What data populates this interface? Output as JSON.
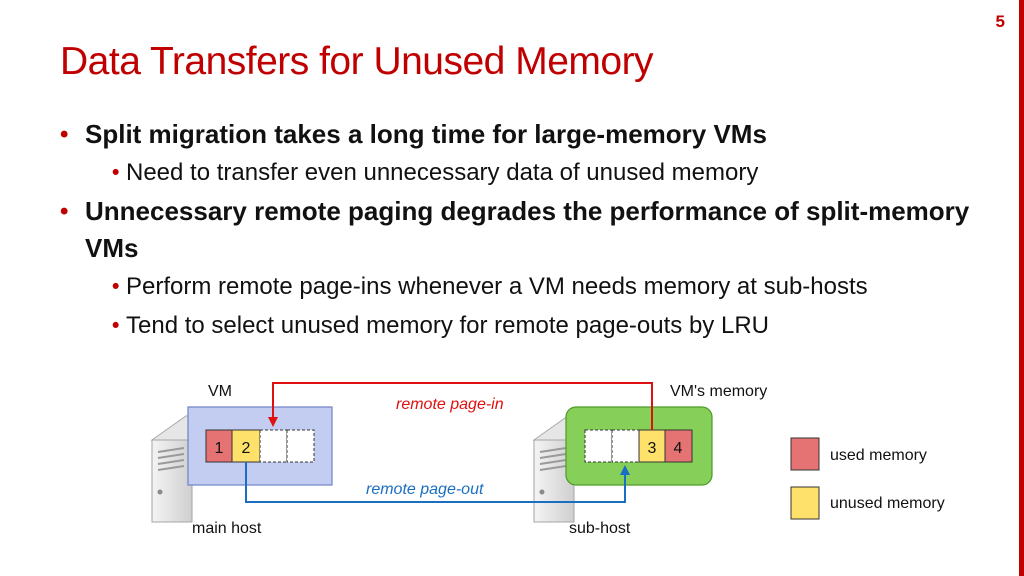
{
  "slide_number": "5",
  "title": "Data Transfers for Unused Memory",
  "bullets": [
    {
      "level": 1,
      "text": "Split migration takes a long time for large-memory VMs"
    },
    {
      "level": 2,
      "text": "Need to transfer even unnecessary data of unused memory"
    },
    {
      "level": 1,
      "text": "Unnecessary remote paging degrades the performance of split-memory VMs"
    },
    {
      "level": 2,
      "text": "Perform remote page-ins whenever a VM needs memory at sub-hosts"
    },
    {
      "level": 2,
      "text": "Tend to select unused memory for remote page-outs by LRU"
    }
  ],
  "diagram": {
    "vm_label": "VM",
    "vm_memory_label": "VM's memory",
    "main_host_label": "main host",
    "sub_host_label": "sub-host",
    "page_in_label": "remote page-in",
    "page_out_label": "remote page-out",
    "main_pages": [
      "1",
      "2",
      "",
      ""
    ],
    "sub_pages": [
      "",
      "",
      "3",
      "4"
    ],
    "legend": [
      {
        "label": "used memory",
        "color": "#e57373"
      },
      {
        "label": "unused memory",
        "color": "#fde16a"
      }
    ],
    "colors": {
      "accent": "#c00000",
      "vm_box": "#c3cdf2",
      "vm_memory_box": "#86d05a",
      "page_in_arrow": "#e01010",
      "page_out_arrow": "#1a6fc4"
    }
  }
}
